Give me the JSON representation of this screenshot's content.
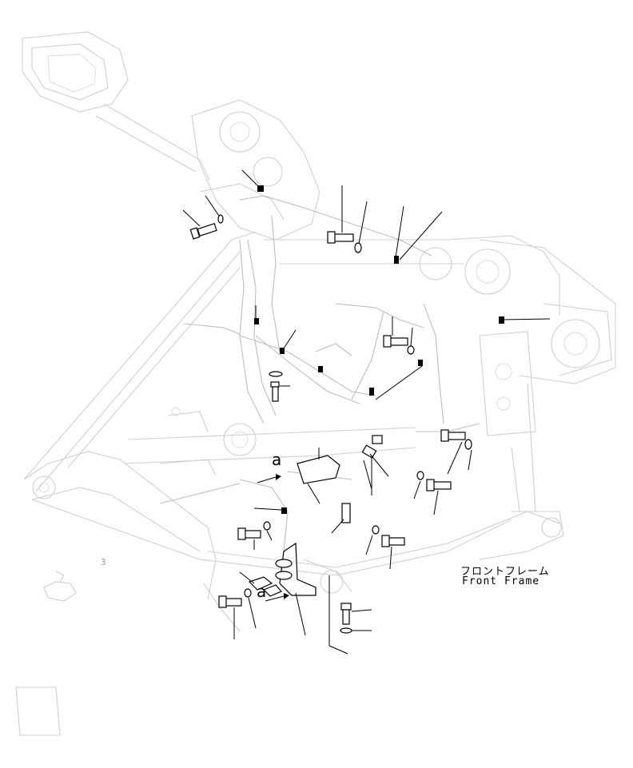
{
  "frame_label": {
    "jp": "フロントフレーム",
    "en": "Front Frame"
  },
  "view_markers": [
    {
      "id": "upper",
      "text": "a"
    },
    {
      "id": "lower",
      "text": "a"
    }
  ],
  "small_mark": "3"
}
